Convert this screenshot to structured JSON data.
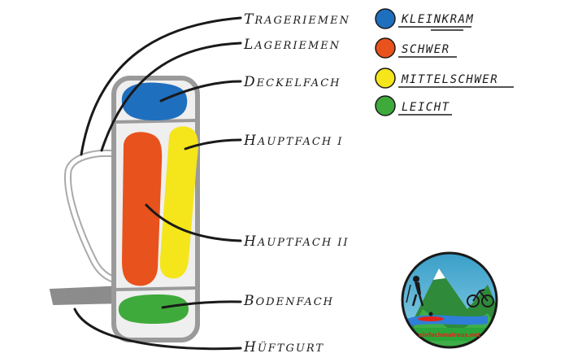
{
  "diagram": {
    "labels": {
      "trageriemen": "Trageriemen",
      "lageriemen": "Lageriemen",
      "deckelfach": "Deckelfach",
      "hauptfach1": "Hauptfach I",
      "hauptfach2": "Hauptfach II",
      "bodenfach": "Bodenfach",
      "hueftgurt": "Hüftgurt"
    },
    "legend": [
      {
        "label": "kleinkram",
        "color": "#1f6fbf"
      },
      {
        "label": "schwer",
        "color": "#e8521c"
      },
      {
        "label": "mittelschwer",
        "color": "#f5e51b"
      },
      {
        "label": "leicht",
        "color": "#3faa3c"
      }
    ],
    "colors": {
      "backpack_outline": "#9a9a9a",
      "strap": "#8e8e8e",
      "line": "#1a1a1a"
    },
    "logo": {
      "text": "einfachmalraus.net"
    }
  }
}
